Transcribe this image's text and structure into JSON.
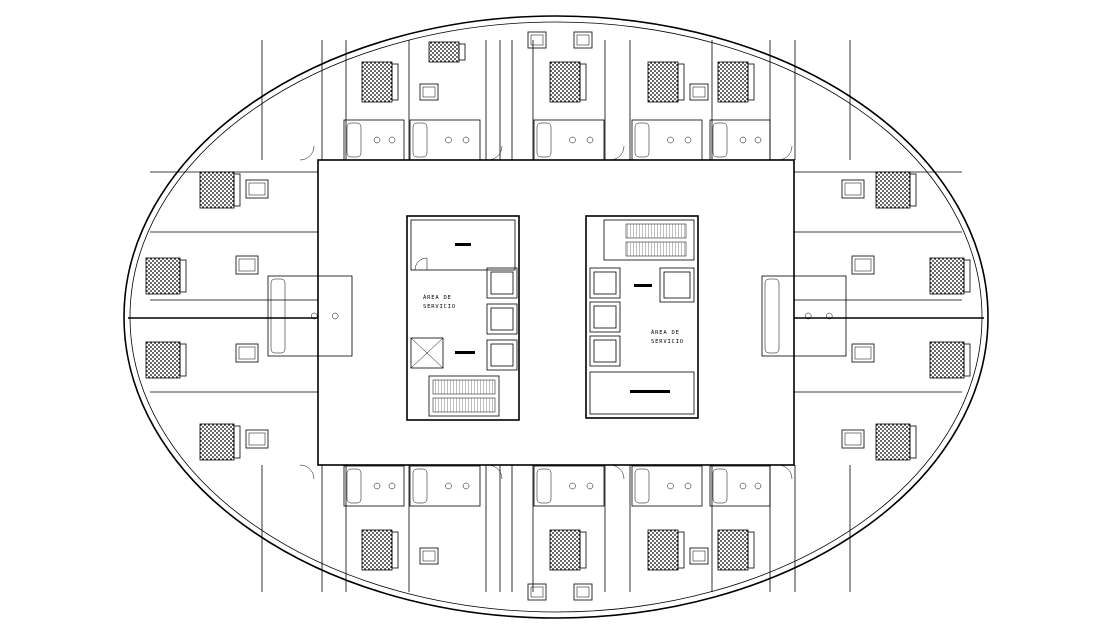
{
  "labels": {
    "service_area_left_line1": "ÁREA DE",
    "service_area_left_line2": "SERVICIO",
    "service_area_right_line1": "ÁREA DE",
    "service_area_right_line2": "SERVICIO"
  },
  "colors": {
    "background": "#ffffff",
    "ink": "#000000"
  }
}
